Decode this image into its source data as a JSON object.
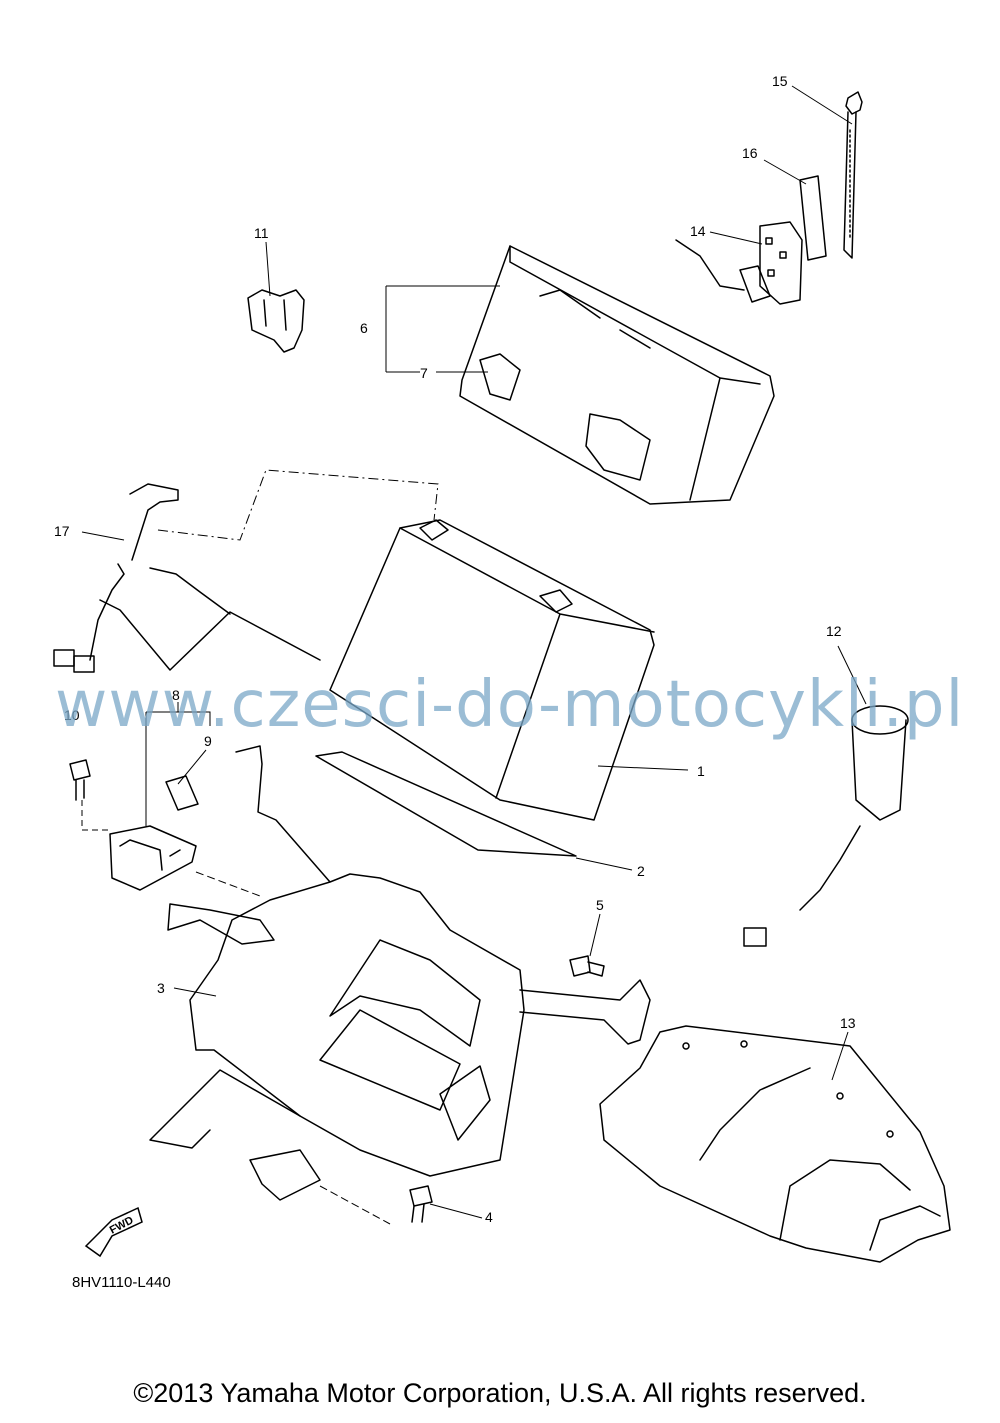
{
  "callouts": {
    "p1": "1",
    "p2": "2",
    "p3": "3",
    "p4": "4",
    "p5": "5",
    "p6": "6",
    "p7": "7",
    "p8": "8",
    "p9": "9",
    "p10": "10",
    "p11": "11",
    "p12": "12",
    "p13": "13",
    "p14": "14",
    "p15": "15",
    "p16": "16",
    "p17": "17"
  },
  "watermark": "www.czesci-do-motocykli.pl",
  "diagram_code": "8HV1110-L440",
  "fwd_label": "FWD",
  "copyright": "©2013 Yamaha Motor Corporation, U.S.A. All rights reserved.",
  "colors": {
    "line": "#000000",
    "watermark": "#7aa7c7",
    "background": "#ffffff"
  }
}
